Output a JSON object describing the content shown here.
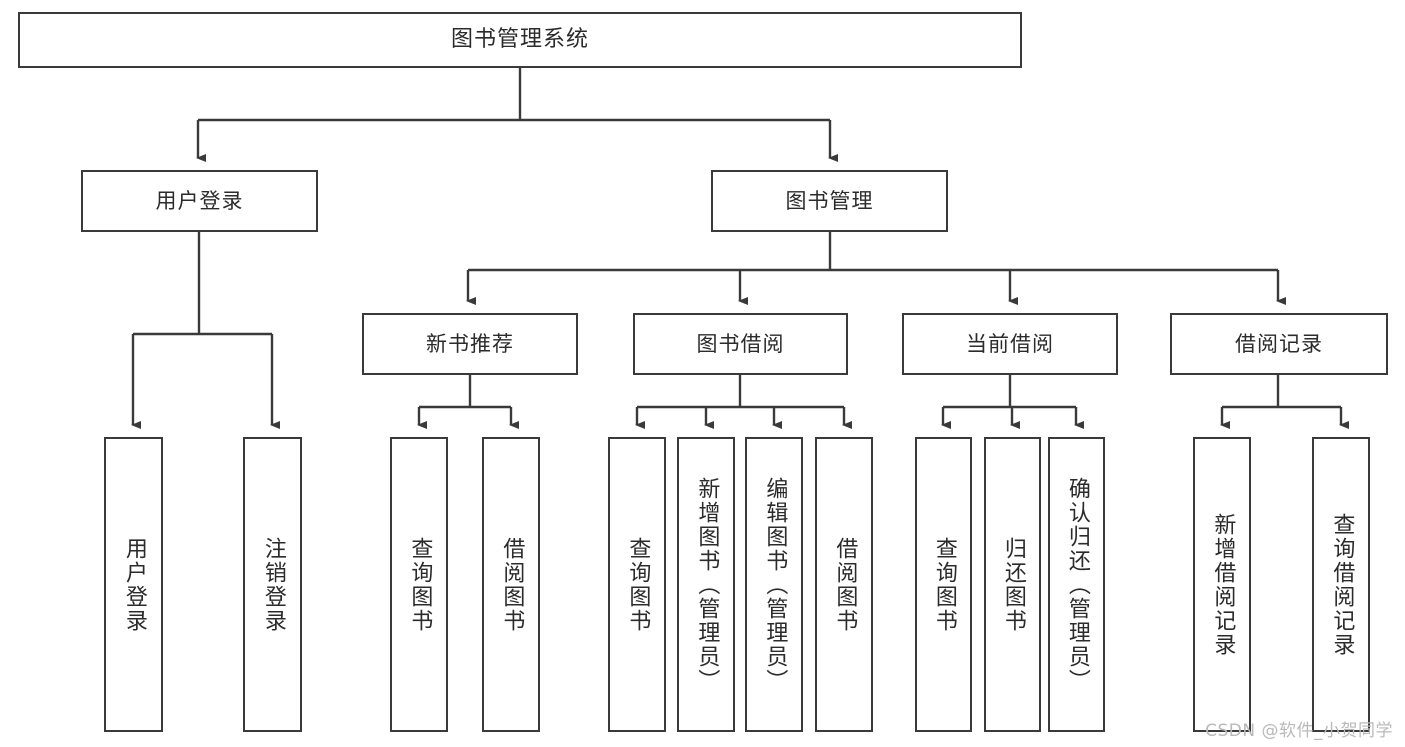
{
  "diagram": {
    "title": "图书管理系统",
    "type": "tree",
    "watermark": "CSDN @软件_小贺同学",
    "colors": {
      "stroke": "#3a3a3a",
      "fill": "#ffffff",
      "text": "#2b2b2b",
      "watermark": "#b9b9b9"
    },
    "levels": {
      "root": {
        "label": "图书管理系统"
      },
      "level2": [
        {
          "label": "用户登录"
        },
        {
          "label": "图书管理"
        }
      ],
      "level3": [
        {
          "label": "新书推荐"
        },
        {
          "label": "图书借阅"
        },
        {
          "label": "当前借阅"
        },
        {
          "label": "借阅记录"
        }
      ],
      "leaves": {
        "user_login": [
          {
            "label": "用户登录"
          },
          {
            "label": "注销登录"
          }
        ],
        "new_book_recommend": [
          {
            "label": "查询图书"
          },
          {
            "label": "借阅图书"
          }
        ],
        "book_borrow": [
          {
            "label": "查询图书"
          },
          {
            "label": "新增图书（管理员）"
          },
          {
            "label": "编辑图书（管理员）"
          },
          {
            "label": "借阅图书"
          }
        ],
        "current_borrow": [
          {
            "label": "查询图书"
          },
          {
            "label": "归还图书"
          },
          {
            "label": "确认归还（管理员）"
          }
        ],
        "borrow_record": [
          {
            "label": "新增借阅记录"
          },
          {
            "label": "查询借阅记录"
          }
        ]
      }
    }
  }
}
